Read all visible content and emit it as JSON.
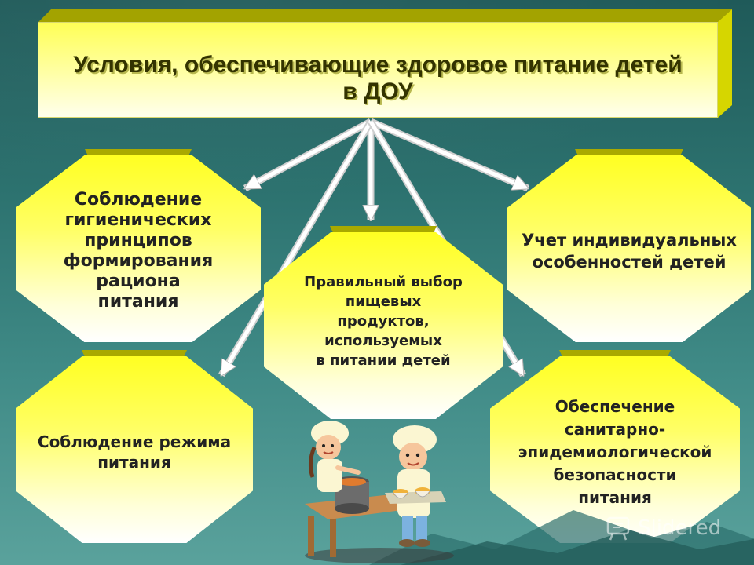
{
  "title": {
    "line1": "Условия, обеспечивающие здоровое питание детей",
    "line2": "в ДОУ"
  },
  "boxes": {
    "top_left": {
      "lines": [
        "Соблюдение",
        "гигиенических",
        "принципов",
        "формирования",
        "рациона",
        "питания"
      ]
    },
    "center": {
      "lines": [
        "Правильный выбор",
        "пищевых",
        "продуктов,",
        "используемых",
        "в питании детей"
      ]
    },
    "top_right": {
      "lines": [
        "Учет индивидуальных",
        "особенностей детей"
      ]
    },
    "bottom_left": {
      "lines": [
        "Соблюдение режима",
        "питания"
      ]
    },
    "bottom_right": {
      "lines": [
        "Обеспечение",
        "санитарно-",
        "эпидемиологической",
        "безопасности",
        "питания"
      ]
    }
  },
  "watermark": {
    "text": "Slide",
    "suffix": "red",
    "icon": "slide-logo-icon"
  },
  "illustration": {
    "icon": "cooking-children-icon"
  },
  "colors": {
    "box_fill": "#ffff55",
    "box_bevel": "#a9a900",
    "background": "#2d7370",
    "arrow": "#ffffff"
  }
}
